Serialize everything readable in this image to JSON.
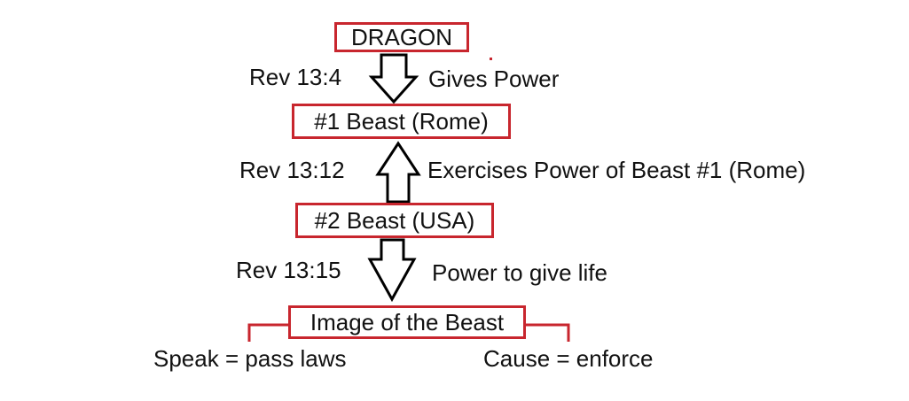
{
  "colors": {
    "box_border": "#c8262e",
    "text": "#111111",
    "arrow": "#000000"
  },
  "nodes": {
    "dragon": "DRAGON",
    "beast1": "#1 Beast (Rome)",
    "beast2": "#2 Beast (USA)",
    "image": "Image of the Beast"
  },
  "links": [
    {
      "ref": "Rev 13:4",
      "label": "Gives Power",
      "direction": "down"
    },
    {
      "ref": "Rev 13:12",
      "label": "Exercises Power of Beast #1 (Rome)",
      "direction": "up"
    },
    {
      "ref": "Rev 13:15",
      "label": "Power to give life",
      "direction": "down"
    }
  ],
  "branches": {
    "left": "Speak = pass laws",
    "right": "Cause = enforce"
  }
}
